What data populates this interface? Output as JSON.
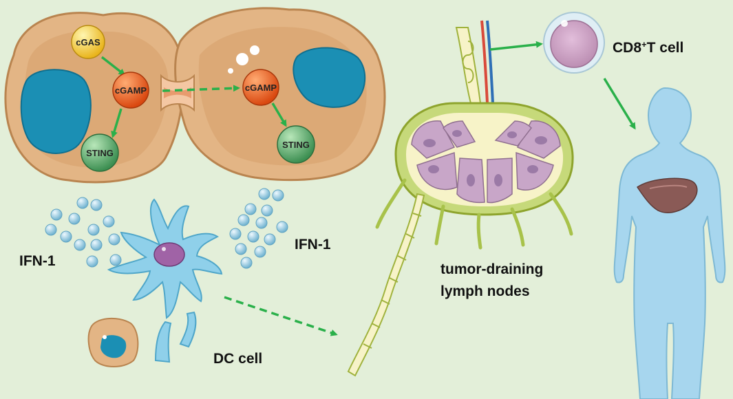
{
  "labels": {
    "cgas": "cGAS",
    "cgamp_left": "cGAMP",
    "cgamp_right": "cGAMP",
    "sting_left": "STING",
    "sting_right": "STING",
    "ifn_left": "IFN-1",
    "ifn_right": "IFN-1",
    "dc_cell": "DC cell",
    "lymph_line1": "tumor-draining",
    "lymph_line2": "lymph nodes",
    "cd8_prefix": "CD8",
    "cd8_sup": "+",
    "cd8_suffix": "T cell"
  },
  "colors": {
    "background": "#e3efd9",
    "cell_body": "#e3b585",
    "nucleus": "#1b8fb4",
    "cgas": "#f3c632",
    "cgamp": "#e85c1e",
    "sting": "#4aa25f",
    "arrow": "#2ab04a",
    "ifn_bead": "#8fc6dd",
    "dc_body": "#8fd0ea",
    "lymph_capsule": "#c6d97a",
    "lymph_lobule": "#c8a6c8",
    "tcell": "#cfa2c6",
    "human_body": "#a7d6ee",
    "liver": "#8a5a56"
  }
}
